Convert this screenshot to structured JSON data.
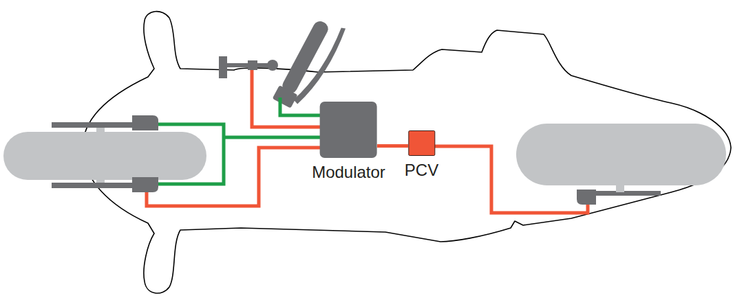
{
  "diagram": {
    "nodes": [
      {
        "text": [
          "Modulator"
        ]
      },
      {
        "text": [
          "PCV"
        ]
      }
    ],
    "edges": [
      {
        "from": 0,
        "to": 1,
        "arrow": "none"
      }
    ]
  }
}
